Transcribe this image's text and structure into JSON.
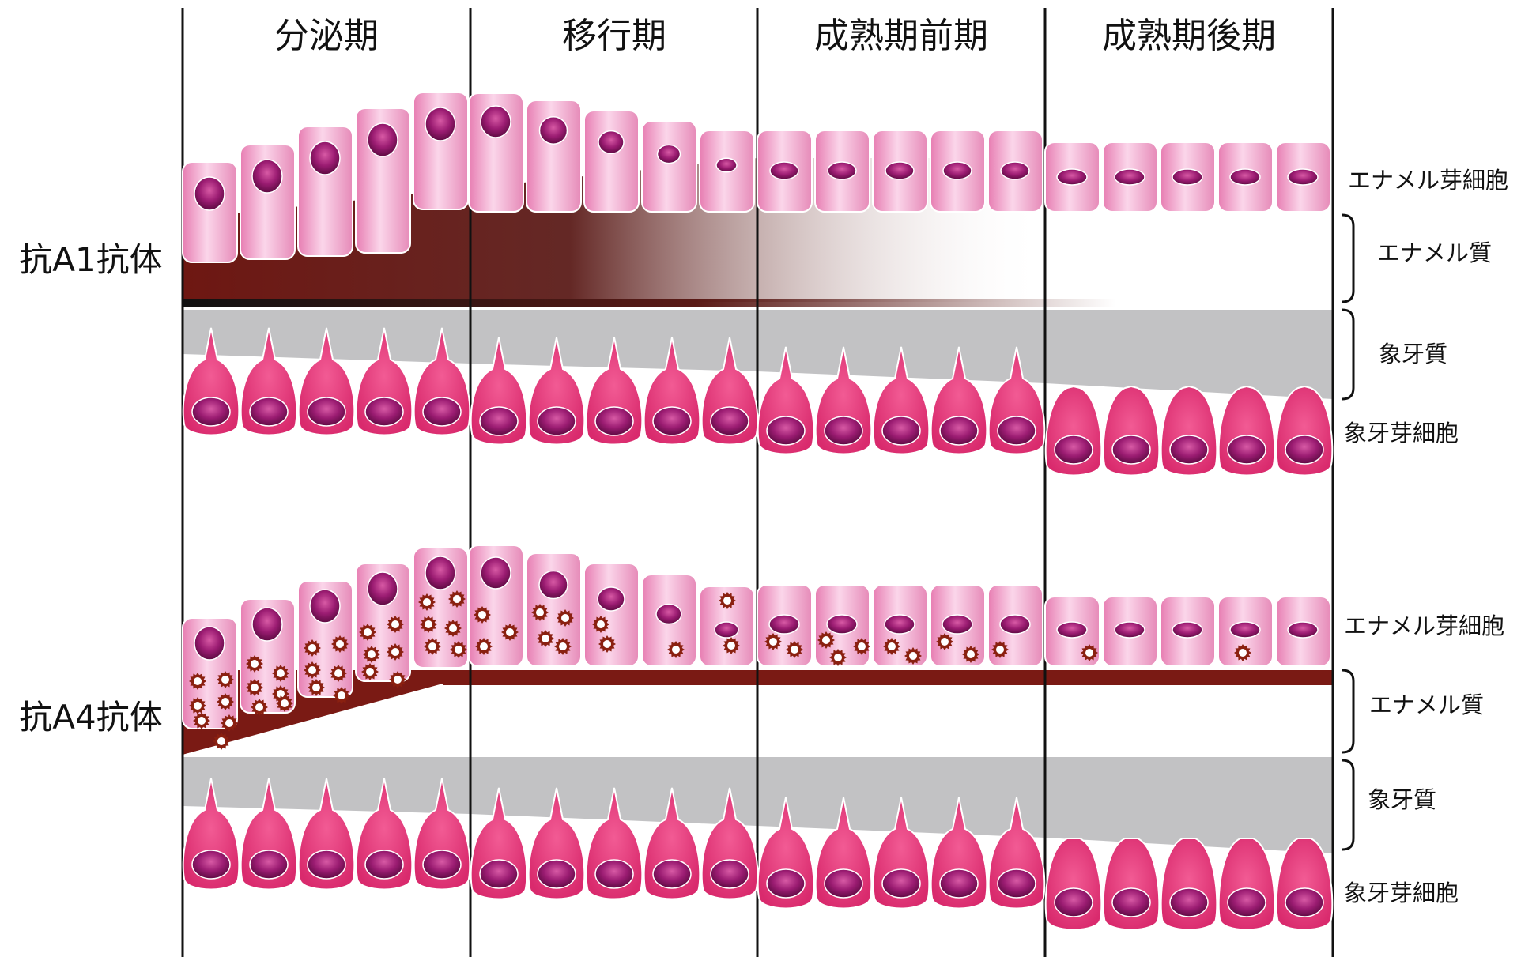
{
  "stages": [
    "分泌期",
    "移行期",
    "成熟期前期",
    "成熟期後期"
  ],
  "rows": [
    {
      "label": "抗A1抗体",
      "side_labels": {
        "ameloblast": "エナメル芽細胞",
        "enamel": "エナメル質",
        "dentin": "象牙質",
        "odontoblast": "象牙芽細胞"
      }
    },
    {
      "label": "抗A4抗体",
      "side_labels": {
        "ameloblast": "エナメル芽細胞",
        "enamel": "エナメル質",
        "dentin": "象牙質",
        "odontoblast": "象牙芽細胞"
      }
    }
  ],
  "colors": {
    "ameloblast": "#f0a6cc",
    "ameloblast_nucleus": "#8a1060",
    "enamel_stain": "#7a1a14",
    "dentin": "#c2c2c4",
    "odontoblast": "#e2387c",
    "odontoblast_nucleus": "#7a0f5a",
    "granule": "#8a2010"
  }
}
